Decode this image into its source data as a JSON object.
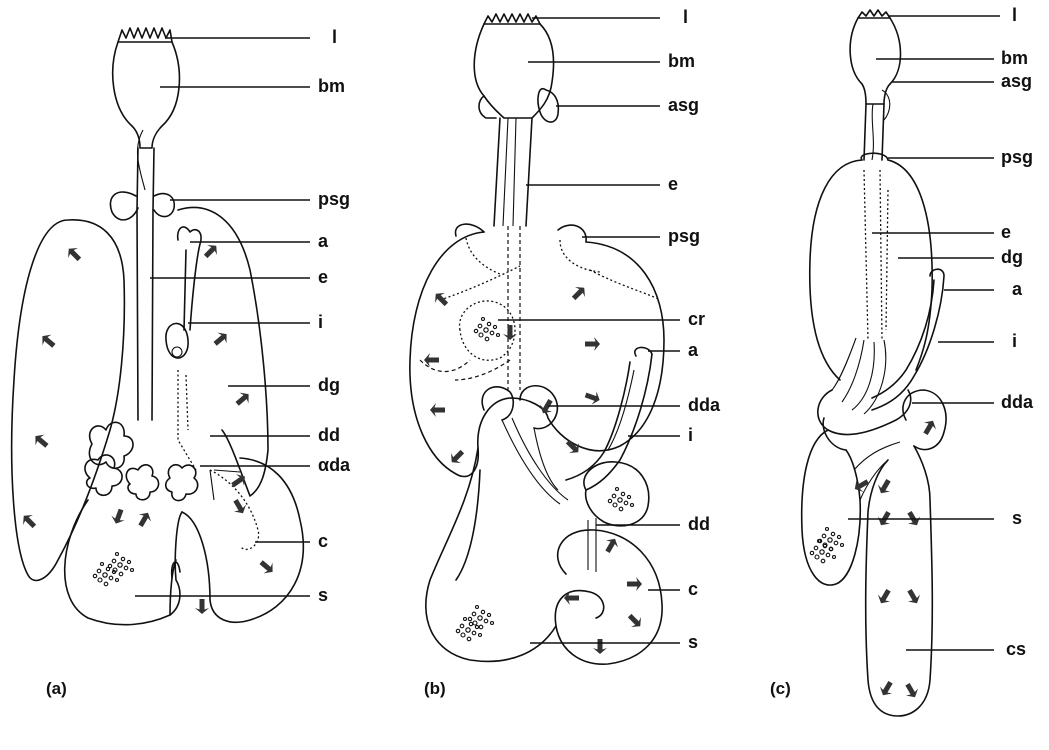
{
  "panels": [
    {
      "caption": "(a)",
      "labels": [
        "l",
        "bm",
        "psg",
        "a",
        "e",
        "i",
        "dg",
        "dd",
        "αda",
        "c",
        "s"
      ]
    },
    {
      "caption": "(b)",
      "labels": [
        "l",
        "bm",
        "asg",
        "e",
        "psg",
        "cr",
        "a",
        "dda",
        "i",
        "dd",
        "c",
        "s"
      ]
    },
    {
      "caption": "(c)",
      "labels": [
        "l",
        "bm",
        "asg",
        "psg",
        "e",
        "dg",
        "a",
        "i",
        "dda",
        "s",
        "cs"
      ]
    }
  ]
}
